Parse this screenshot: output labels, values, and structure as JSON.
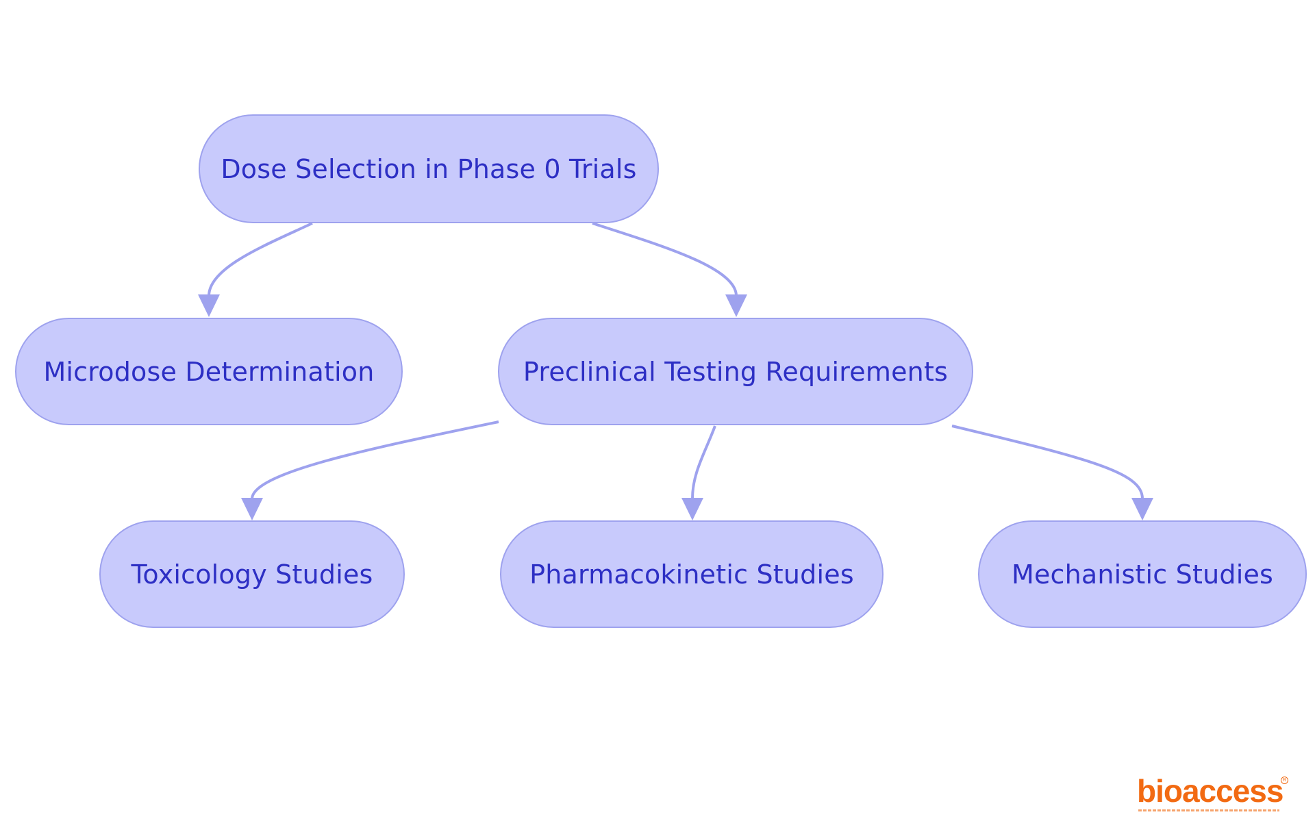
{
  "diagram": {
    "nodes": {
      "root": "Dose Selection in Phase 0 Trials",
      "microdose": "Microdose Determination",
      "preclinical": "Preclinical Testing Requirements",
      "toxicology": "Toxicology Studies",
      "pharmacokinetic": "Pharmacokinetic Studies",
      "mechanistic": "Mechanistic Studies"
    },
    "edges": [
      {
        "from": "root",
        "to": "microdose"
      },
      {
        "from": "root",
        "to": "preclinical"
      },
      {
        "from": "preclinical",
        "to": "toxicology"
      },
      {
        "from": "preclinical",
        "to": "pharmacokinetic"
      },
      {
        "from": "preclinical",
        "to": "mechanistic"
      }
    ],
    "colors": {
      "node_fill": "#c8cafc",
      "node_border": "#9ea2ee",
      "node_text": "#2d2fc4",
      "edge": "#9ea2ee"
    }
  },
  "logo": {
    "text": "bioaccess",
    "color": "#f26a12",
    "icon": "registered-mark-icon"
  }
}
